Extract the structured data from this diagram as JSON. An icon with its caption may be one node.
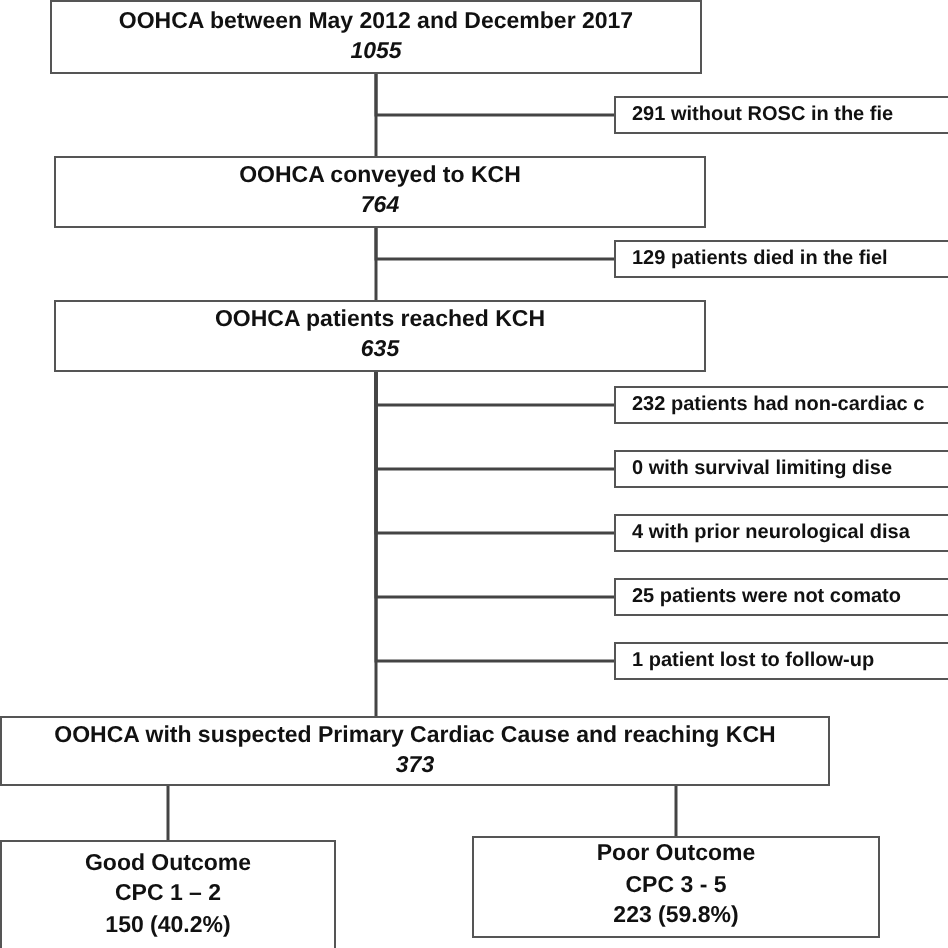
{
  "diagram": {
    "nodes": [
      {
        "text": [
          "OOHCA between May 2012 and December 2017",
          "1055"
        ]
      },
      {
        "text": [
          "291 without ROSC in the fie"
        ]
      },
      {
        "text": [
          "OOHCA conveyed to KCH",
          "764"
        ]
      },
      {
        "text": [
          "129 patients died in the fiel"
        ]
      },
      {
        "text": [
          "OOHCA patients reached KCH",
          "635"
        ]
      },
      {
        "text": [
          "232 patients had non-cardiac c"
        ]
      },
      {
        "text": [
          "0 with  survival limiting dise"
        ]
      },
      {
        "text": [
          "4 with prior neurological disa"
        ]
      },
      {
        "text": [
          "25 patients were not comato"
        ]
      },
      {
        "text": [
          "1 patient lost to follow-up"
        ]
      },
      {
        "text": [
          "OOHCA with suspected Primary Cardiac Cause and reaching KCH",
          "373"
        ]
      },
      {
        "text": [
          "Good Outcome",
          "CPC 1 – 2",
          "150 (40.2%)"
        ]
      },
      {
        "text": [
          "Poor Outcome",
          "CPC 3 - 5",
          "223 (59.8%)"
        ]
      }
    ],
    "edges": [
      {
        "from": 0,
        "to": 1,
        "arrow": "none"
      },
      {
        "from": 0,
        "to": 2,
        "arrow": "none"
      },
      {
        "from": 2,
        "to": 3,
        "arrow": "none"
      },
      {
        "from": 2,
        "to": 4,
        "arrow": "none"
      },
      {
        "from": 4,
        "to": 5,
        "arrow": "none"
      },
      {
        "from": 4,
        "to": 6,
        "arrow": "none"
      },
      {
        "from": 4,
        "to": 7,
        "arrow": "none"
      },
      {
        "from": 4,
        "to": 8,
        "arrow": "none"
      },
      {
        "from": 4,
        "to": 9,
        "arrow": "none"
      },
      {
        "from": 4,
        "to": 10,
        "arrow": "none"
      },
      {
        "from": 10,
        "to": 11,
        "arrow": "none"
      },
      {
        "from": 10,
        "to": 12,
        "arrow": "none"
      }
    ]
  }
}
